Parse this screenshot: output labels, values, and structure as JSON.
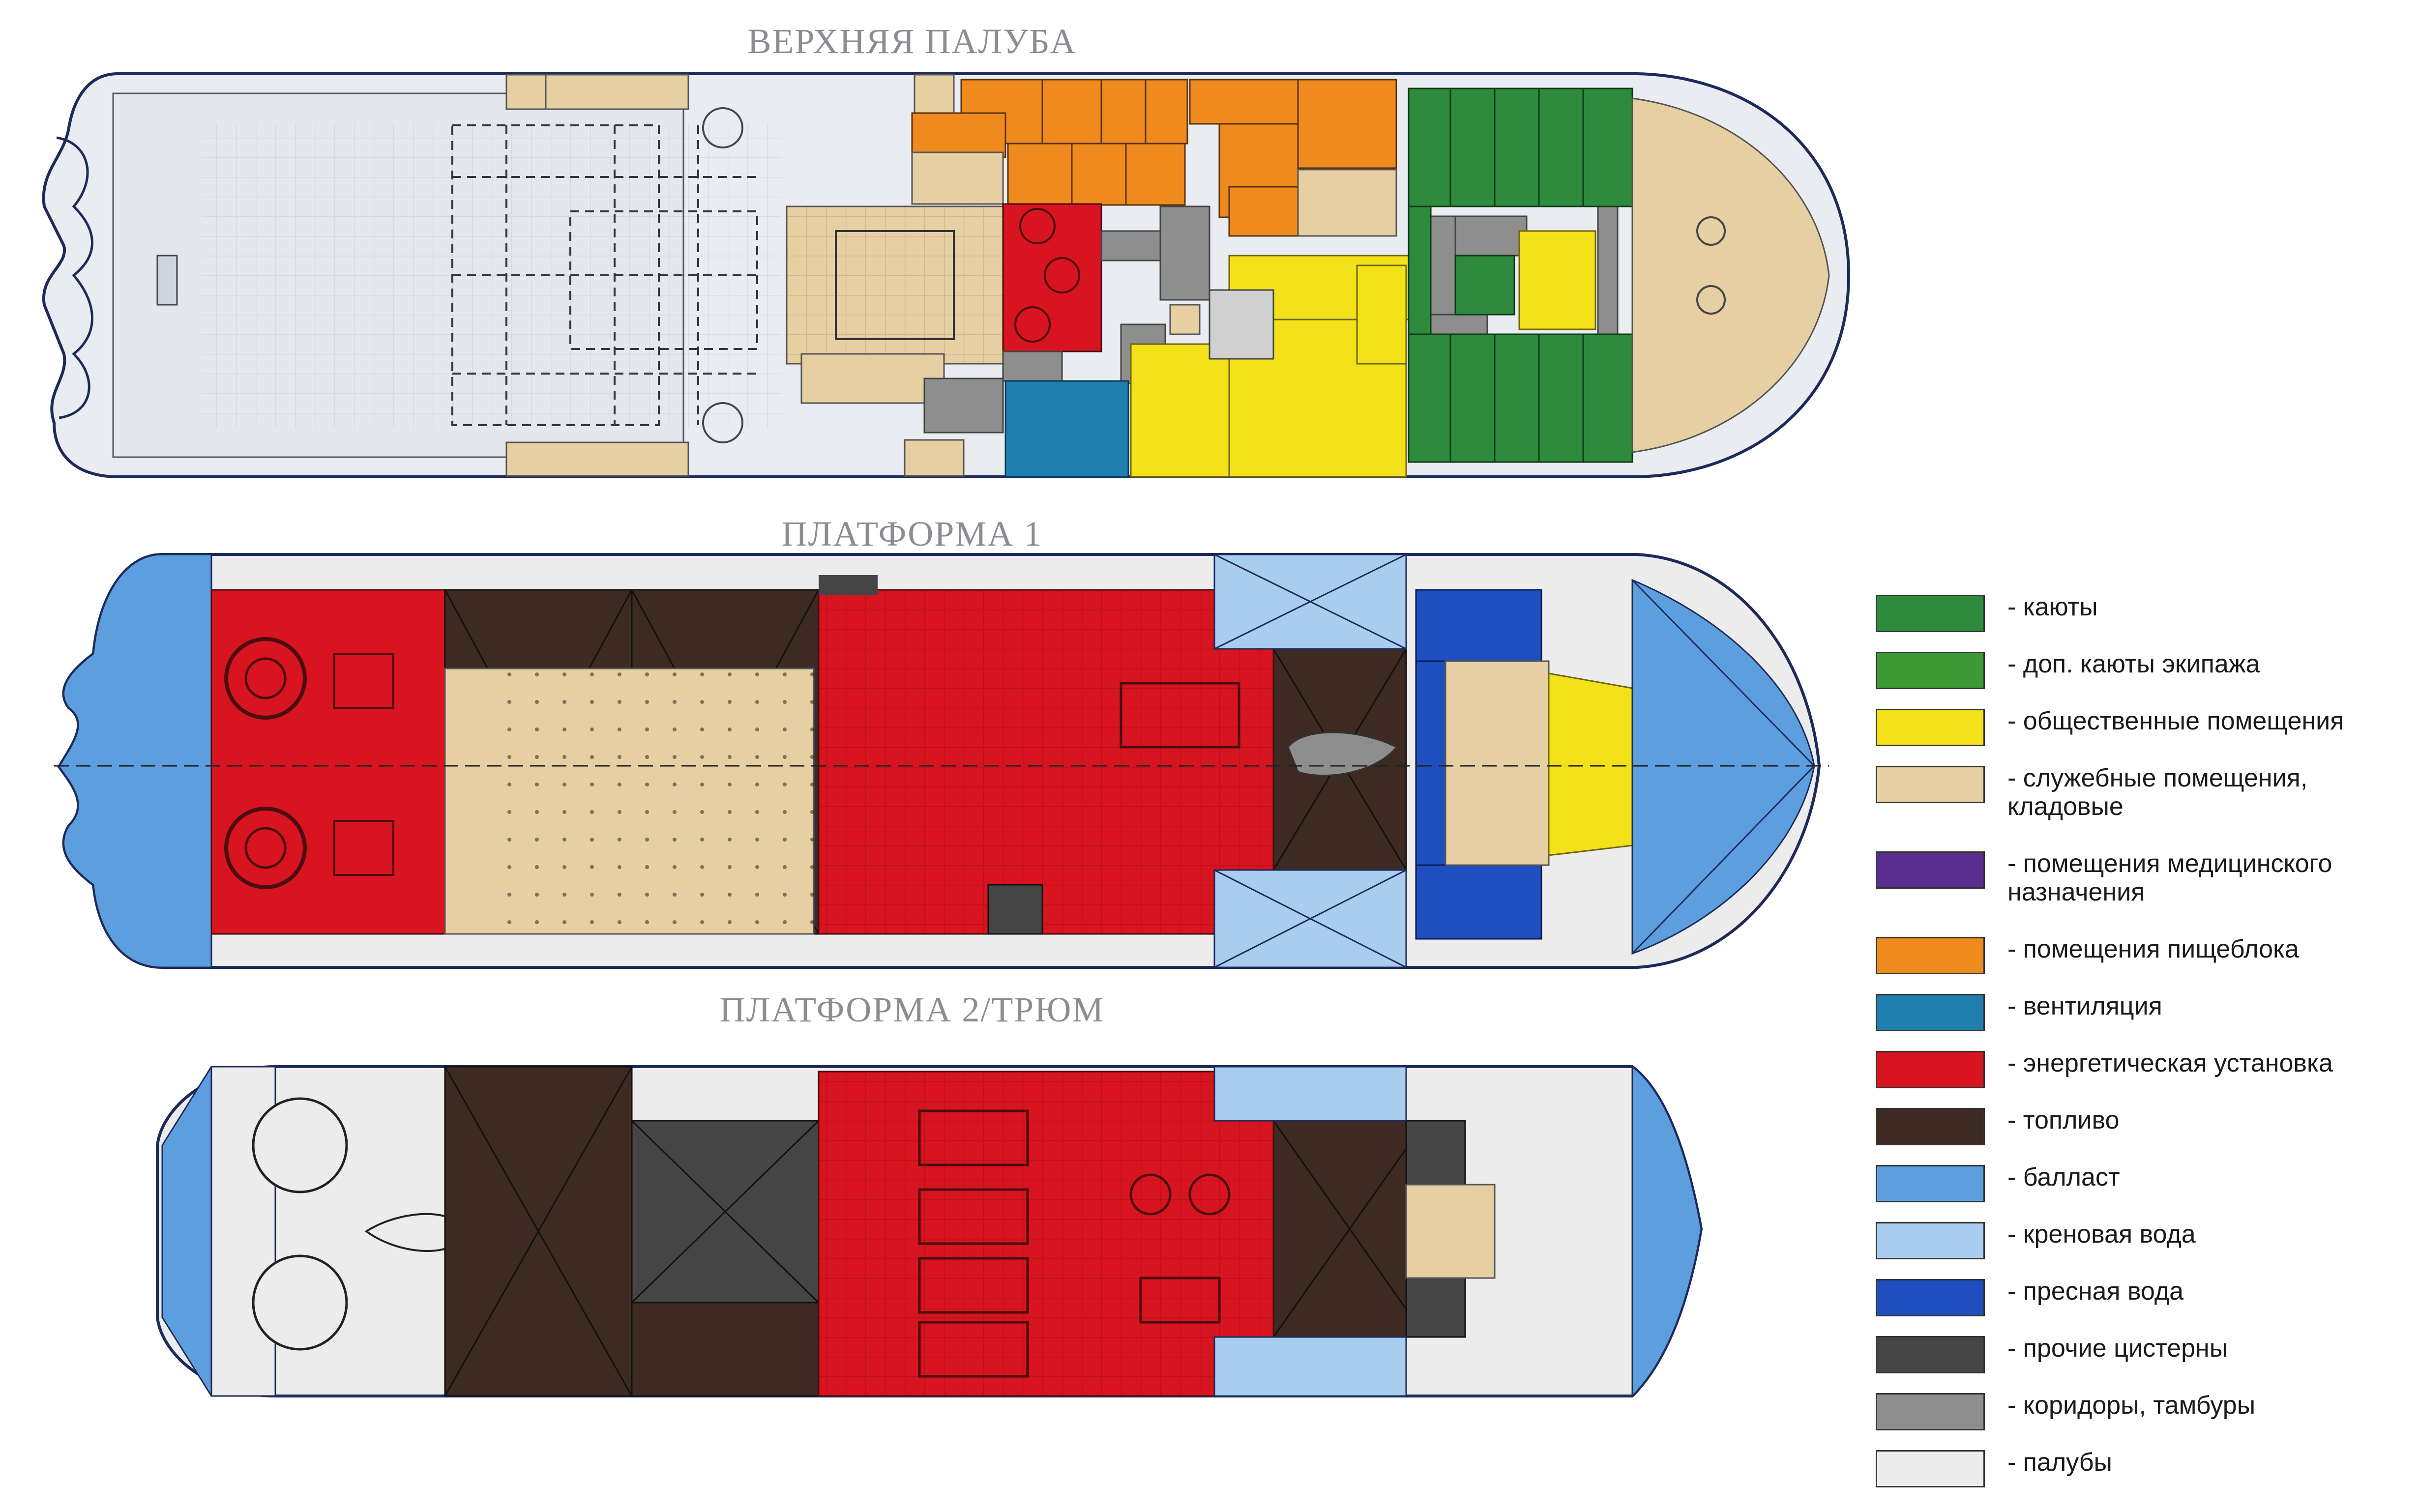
{
  "decks": {
    "upper": {
      "title": "ВЕРХНЯЯ ПАЛУБА"
    },
    "platform1": {
      "title": "ПЛАТФОРМА 1"
    },
    "platform2": {
      "title": "ПЛАТФОРМА 2/ТРЮМ"
    }
  },
  "colors": {
    "cabins": "#2e8b3e",
    "crew_cabins": "#3c9a35",
    "public": "#f3e21a",
    "service": "#e6cfa2",
    "medical": "#5a2d91",
    "galley": "#ee8a1e",
    "ventilation": "#1f7fae",
    "power": "#d7141f",
    "fuel": "#3d2a22",
    "ballast": "#5d9fde",
    "bilge": "#a8cdef",
    "fresh_water": "#1f4fbf",
    "other_tanks": "#454545",
    "corridors": "#8e8e8e",
    "decks": "#ececec",
    "hull_outline": "#1e2a5a"
  },
  "legend": [
    {
      "label": "- каюты",
      "color": "#2e8b3e"
    },
    {
      "label": "- доп. каюты экипажа",
      "color": "#3c9a35"
    },
    {
      "label": "- общественные помещения",
      "color": "#f3e21a"
    },
    {
      "label": "- служебные помещения,\nкладовые",
      "color": "#e6cfa2"
    },
    {
      "label": "- помещения медицинского\nназначения",
      "color": "#5a2d91"
    },
    {
      "label": "- помещения пищеблока",
      "color": "#ee8a1e"
    },
    {
      "label": "- вентиляция",
      "color": "#1f7fae"
    },
    {
      "label": "- энергетическая установка",
      "color": "#d7141f"
    },
    {
      "label": "- топливо",
      "color": "#3d2a22"
    },
    {
      "label": "- балласт",
      "color": "#5d9fde"
    },
    {
      "label": "- креновая вода",
      "color": "#a8cdef"
    },
    {
      "label": "- пресная вода",
      "color": "#1f4fbf"
    },
    {
      "label": "- прочие цистерны",
      "color": "#454545"
    },
    {
      "label": "- коридоры, тамбуры",
      "color": "#8e8e8e"
    },
    {
      "label": "- палубы",
      "color": "#ececec"
    }
  ]
}
